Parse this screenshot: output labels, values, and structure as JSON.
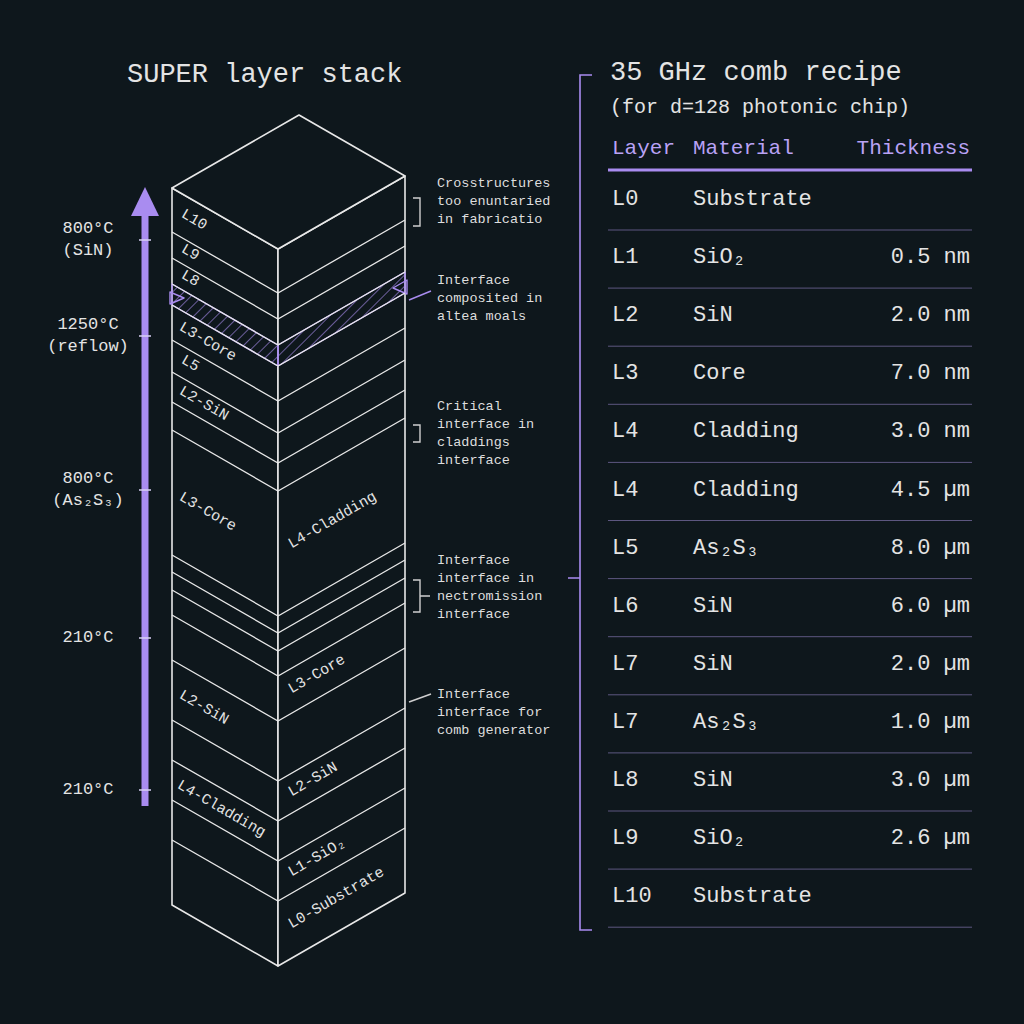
{
  "diagram": {
    "title": "SUPER layer stack",
    "labels": [
      "800°C (SiN)",
      "1250°C (reflow)",
      "800°C (As₂S₃)",
      "210°C",
      "210°C",
      "L10",
      "L9",
      "L8",
      "L3-Core",
      "L5",
      "L2-SiN",
      "L3-Core",
      "L4-Cladding",
      "L2-SiN",
      "L3-Core",
      "L4-Cladding",
      "L2-SiN",
      "L1-SiO₂",
      "L0-Substrate",
      "Crosstructures too enuntaried in fabricatio",
      "Interface composited in altea moals",
      "Critical interface in claddings interface",
      "Interface interface in nectromission interface",
      "Interface interface for comb generator",
      "35 GHz comb recipe",
      "(for d=128 photonic chip)",
      "Layer",
      "Material",
      "Thickness",
      "L0",
      "Substrate",
      "L1",
      "SiO₂",
      "0.5 nm",
      "L2",
      "SiN",
      "2.0 nm",
      "L3",
      "Core",
      "7.0 nm",
      "L4",
      "Cladding",
      "3.0 nm",
      "L4",
      "Cladding",
      "4.5 µm",
      "L5",
      "As₂S₃",
      "8.0 µm",
      "L6",
      "SiN",
      "6.0 µm",
      "L7",
      "SiN",
      "2.0 µm",
      "L7",
      "As₂S₃",
      "1.0 µm",
      "L8",
      "SiN",
      "3.0 µm",
      "L9",
      "SiO₂",
      "2.6 µm",
      "L10",
      "Substrate"
    ]
  }
}
